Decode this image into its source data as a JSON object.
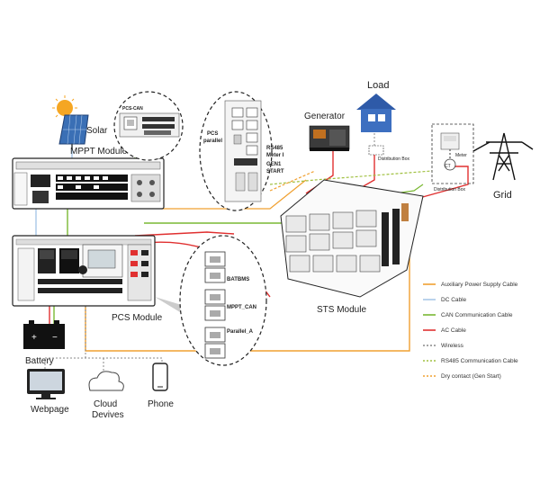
{
  "components": {
    "solar": "Solar",
    "mppt": "MPPT Module",
    "pcs": "PCS Module",
    "sts": "STS Module",
    "battery": "Battery",
    "generator": "Generator",
    "load": "Load",
    "grid": "Grid",
    "distribution_box_1": "Distribution Box",
    "distribution_box_2": "Distribution Box",
    "meter": "Meter",
    "ct": "CT",
    "webpage": "Webpage",
    "cloud": "Cloud\nDevives",
    "phone": "Phone"
  },
  "callouts": {
    "pcs_can": "PCS-CAN",
    "pcs_parallel": "PCS\nparallel",
    "rs485_meter": "RS485\nMeter I",
    "gen1_start": "GEN1\nSTART",
    "batbms": "BATBMS",
    "mppt_can": "MPPT_CAN",
    "parallel_a": "Parallel_A"
  },
  "legend": [
    {
      "label": "Auxiliary Power Supply Cable",
      "color": "#f0a030",
      "style": "solid"
    },
    {
      "label": "DC Cable",
      "color": "#a8c8e8",
      "style": "solid"
    },
    {
      "label": "CAN Communication Cable",
      "color": "#7ab833",
      "style": "solid"
    },
    {
      "label": "AC Cable",
      "color": "#e03030",
      "style": "solid"
    },
    {
      "label": "Wireless",
      "color": "#888888",
      "style": "dashed"
    },
    {
      "label": "RS485 Communication Cable",
      "color": "#a0c040",
      "style": "dashed"
    },
    {
      "label": "Dry contact (Gen Start)",
      "color": "#f0a030",
      "style": "dashed"
    }
  ]
}
